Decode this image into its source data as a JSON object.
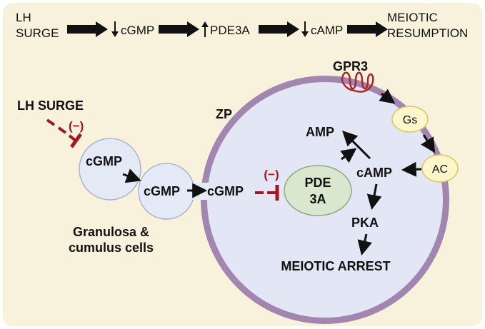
{
  "header_flow": {
    "lh_line1": "LH",
    "lh_line2": "SURGE",
    "cgmp": "cGMP",
    "pde3a": "PDE3A",
    "camp": "cAMP",
    "meiotic_line1": "MEIOTIC",
    "meiotic_line2": "RESUMPTION"
  },
  "granulosa": {
    "lh_surge": "LH SURGE",
    "inhibit_sign": "(−)",
    "cell1_cgmp": "cGMP",
    "cell2_cgmp": "cGMP",
    "label_line1": "Granulosa &",
    "label_line2": "cumulus cells"
  },
  "oocyte": {
    "zp": "ZP",
    "gpr3": "GPR3",
    "gs": "Gs",
    "ac": "AC",
    "cgmp": "cGMP",
    "inhibit_sign": "(−)",
    "pde_line1": "PDE",
    "pde_line2": "3A",
    "camp": "cAMP",
    "amp": "AMP",
    "pka": "PKA",
    "meiotic_arrest": "MEIOTIC ARREST"
  },
  "colors": {
    "background": "#f8f2dc",
    "zona": "#a186b0",
    "cytoplasm": "#e3e7f5",
    "cell": "#e4e9f6",
    "pde_fill": "#d8e7cd",
    "enzyme_fill": "#fdf6cb",
    "inhibit": "#a3181c"
  }
}
